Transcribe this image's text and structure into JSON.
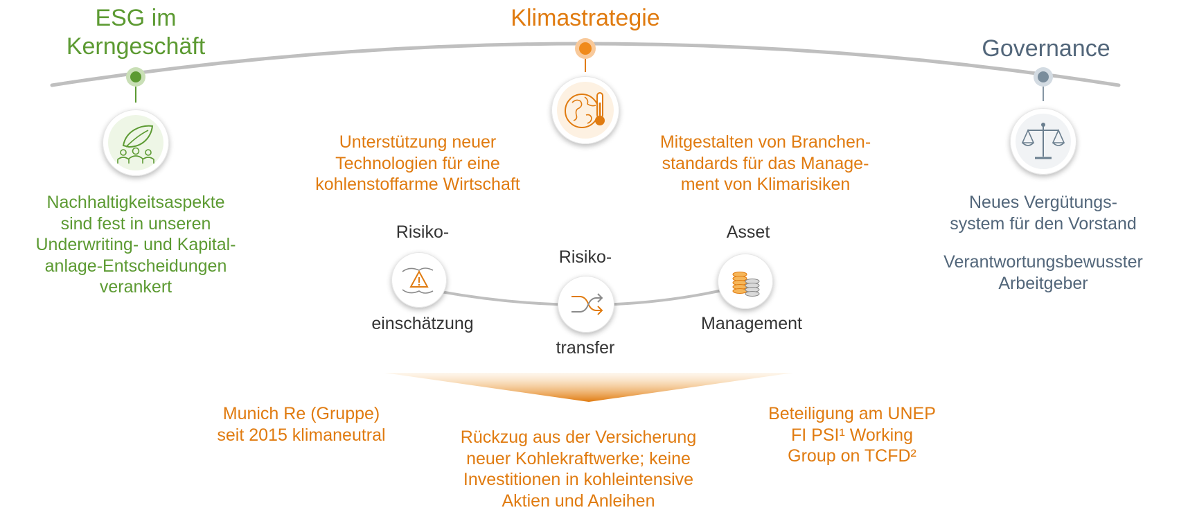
{
  "pillars": [
    {
      "id": "esg",
      "title": "ESG im\nKerngeschäft",
      "color": "#5c9a32",
      "icon": "leaf-people-icon",
      "texts": [
        "Nachhaltigkeitsaspekte\nsind fest in unseren\nUnderwriting- und Kapital-\nanlage-Entscheidungen\nverankert"
      ]
    },
    {
      "id": "klima",
      "title": "Klimastrategie",
      "color": "#e07b10",
      "icon": "globe-thermometer-icon",
      "texts": [
        "Unterstützung neuer\nTechnologien für eine\nkohlenstoffarme Wirtschaft",
        "Mitgestalten von Branchen-\nstandards für das Manage-\nment von Klimarisiken"
      ]
    },
    {
      "id": "gov",
      "title": "Governance",
      "color": "#6b7f8f",
      "icon": "scales-icon",
      "texts": [
        "Neues Vergütungs-\nsystem für den Vorstand",
        "Verantwortungsbewusster\nArbeitgeber"
      ]
    }
  ],
  "process": [
    {
      "top": "Risiko-",
      "bottom": "einschätzung",
      "icon": "hands-warning-icon"
    },
    {
      "top": "Risiko-",
      "bottom": "transfer",
      "icon": "shuffle-arrows-icon"
    },
    {
      "top": "Asset",
      "bottom": "Management",
      "icon": "coins-icon"
    }
  ],
  "outcomes": [
    "Munich Re (Gruppe)\nseit 2015 klimaneutral",
    "Rückzug aus der Versicherung\nneuer Kohlekraftwerke; keine\nInvestitionen in kohleintensive\nAktien und Anleihen",
    "Beteiligung am UNEP\nFI PSI¹ Working\nGroup on TCFD²"
  ],
  "colors": {
    "green": "#5c9a32",
    "orange": "#e07b10",
    "slate": "#52667a",
    "arc": "#bfbfbf"
  }
}
